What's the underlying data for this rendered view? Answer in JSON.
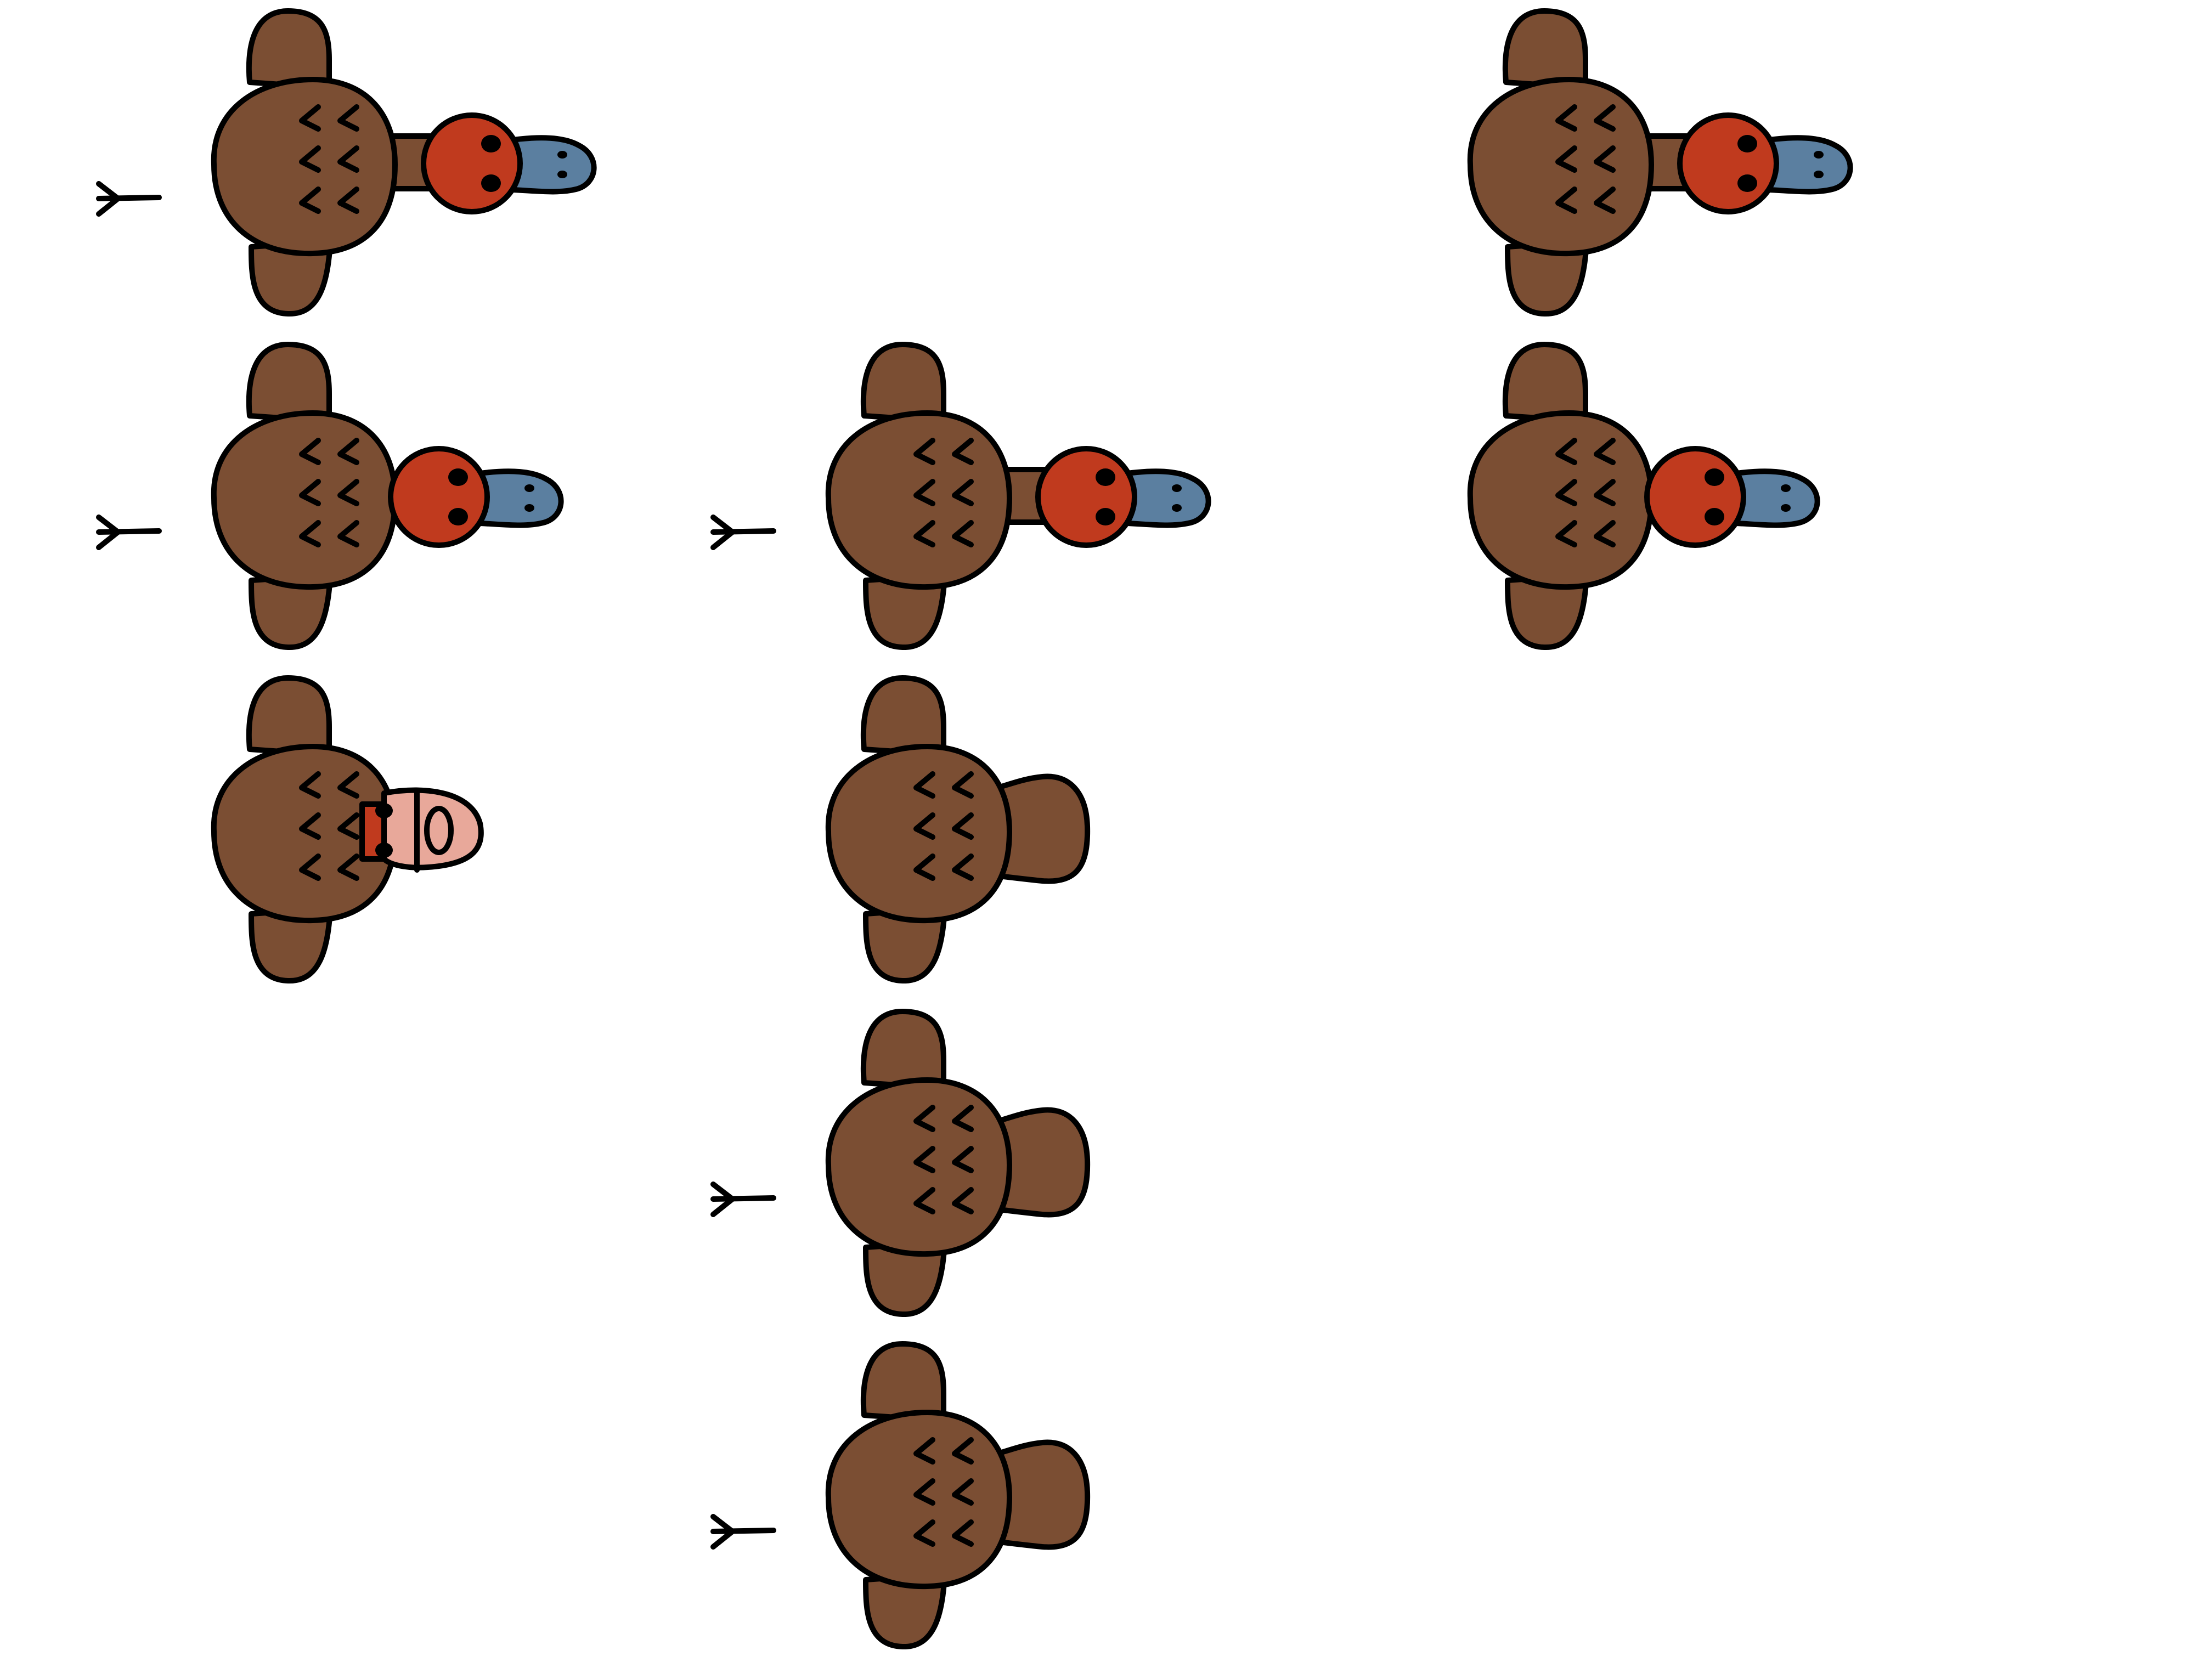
{
  "scene": {
    "background_color": "#ffffff"
  },
  "colors": {
    "body": "#7b4e33",
    "head": "#c03a1e",
    "beak": "#5b7fa0",
    "mask": "#e8a89a",
    "outline": "#000000"
  },
  "sprites": [
    {
      "name": "bird-sprite-1",
      "pose": "head-with-neck-and-beak",
      "tail": true
    },
    {
      "name": "bird-sprite-2",
      "pose": "head-with-beak",
      "tail": true
    },
    {
      "name": "bird-sprite-3",
      "pose": "head-facing-forward",
      "tail": false
    },
    {
      "name": "bird-sprite-4",
      "pose": "head-with-neck-and-beak",
      "tail": true
    },
    {
      "name": "bird-sprite-5",
      "pose": "headless-neck-stub",
      "tail": false
    },
    {
      "name": "bird-sprite-6",
      "pose": "headless-neck-stub",
      "tail": true
    },
    {
      "name": "bird-sprite-7",
      "pose": "headless-neck-stub",
      "tail": true
    },
    {
      "name": "bird-sprite-8",
      "pose": "head-with-neck-and-beak",
      "tail": false
    },
    {
      "name": "bird-sprite-9",
      "pose": "head-with-beak",
      "tail": false
    }
  ]
}
